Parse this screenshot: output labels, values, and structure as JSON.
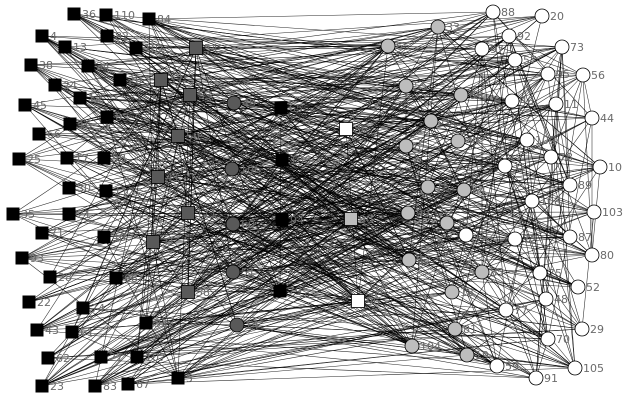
{
  "colors": {
    "background": "#ffffff",
    "edge": "#000000",
    "black": "#000000",
    "dark": "#595959",
    "gray": "#bdbdbd",
    "white": "#ffffff",
    "label": "#6b6b6b",
    "outline": "#000000"
  },
  "node_shapes": {
    "square": "square",
    "circle": "circle"
  },
  "nodes": [
    {
      "id": "36",
      "shape": "square",
      "fill": "black"
    },
    {
      "id": "110",
      "shape": "square",
      "fill": "black"
    },
    {
      "id": "84",
      "shape": "square",
      "fill": "black"
    },
    {
      "id": "4",
      "shape": "square",
      "fill": "black"
    },
    {
      "id": "82",
      "shape": "square",
      "fill": "black"
    },
    {
      "id": "13",
      "shape": "square",
      "fill": "black"
    },
    {
      "id": "101",
      "shape": "square",
      "fill": "black"
    },
    {
      "id": "54",
      "shape": "square",
      "fill": "dark"
    },
    {
      "id": "38",
      "shape": "square",
      "fill": "black"
    },
    {
      "id": "34",
      "shape": "square",
      "fill": "black"
    },
    {
      "id": "24",
      "shape": "square",
      "fill": "black"
    },
    {
      "id": "26",
      "shape": "square",
      "fill": "black"
    },
    {
      "id": "37",
      "shape": "square",
      "fill": "dark"
    },
    {
      "id": "12",
      "shape": "square",
      "fill": "black"
    },
    {
      "id": "53",
      "shape": "square",
      "fill": "dark"
    },
    {
      "id": "49",
      "shape": "circle",
      "fill": "dark"
    },
    {
      "id": "65",
      "shape": "square",
      "fill": "black"
    },
    {
      "id": "45",
      "shape": "square",
      "fill": "black"
    },
    {
      "id": "63",
      "shape": "square",
      "fill": "black"
    },
    {
      "id": "16",
      "shape": "square",
      "fill": "black"
    },
    {
      "id": "66",
      "shape": "square",
      "fill": "black"
    },
    {
      "id": "50",
      "shape": "square",
      "fill": "dark"
    },
    {
      "id": "86",
      "shape": "square",
      "fill": "white"
    },
    {
      "id": "25",
      "shape": "square",
      "fill": "black"
    },
    {
      "id": "17",
      "shape": "square",
      "fill": "black"
    },
    {
      "id": "98",
      "shape": "square",
      "fill": "black"
    },
    {
      "id": "106",
      "shape": "circle",
      "fill": "dark"
    },
    {
      "id": "100",
      "shape": "square",
      "fill": "black"
    },
    {
      "id": "41",
      "shape": "square",
      "fill": "dark"
    },
    {
      "id": "30",
      "shape": "square",
      "fill": "black"
    },
    {
      "id": "112",
      "shape": "square",
      "fill": "black"
    },
    {
      "id": "35",
      "shape": "square",
      "fill": "black"
    },
    {
      "id": "21",
      "shape": "square",
      "fill": "black"
    },
    {
      "id": "111",
      "shape": "square",
      "fill": "dark"
    },
    {
      "id": "60",
      "shape": "circle",
      "fill": "dark"
    },
    {
      "id": "94",
      "shape": "square",
      "fill": "black"
    },
    {
      "id": "90",
      "shape": "square",
      "fill": "gray"
    },
    {
      "id": "71",
      "shape": "square",
      "fill": "black"
    },
    {
      "id": "40",
      "shape": "square",
      "fill": "black"
    },
    {
      "id": "31",
      "shape": "square",
      "fill": "dark"
    },
    {
      "id": "93",
      "shape": "square",
      "fill": "black"
    },
    {
      "id": "28",
      "shape": "square",
      "fill": "black"
    },
    {
      "id": "68",
      "shape": "square",
      "fill": "black"
    },
    {
      "id": "51",
      "shape": "circle",
      "fill": "dark"
    },
    {
      "id": "22",
      "shape": "square",
      "fill": "black"
    },
    {
      "id": "74",
      "shape": "square",
      "fill": "black"
    },
    {
      "id": "58",
      "shape": "square",
      "fill": "dark"
    },
    {
      "id": "79",
      "shape": "square",
      "fill": "black"
    },
    {
      "id": "96",
      "shape": "square",
      "fill": "white"
    },
    {
      "id": "43",
      "shape": "square",
      "fill": "black"
    },
    {
      "id": "61",
      "shape": "square",
      "fill": "black"
    },
    {
      "id": "32",
      "shape": "square",
      "fill": "black"
    },
    {
      "id": "14",
      "shape": "circle",
      "fill": "dark"
    },
    {
      "id": "62",
      "shape": "square",
      "fill": "black"
    },
    {
      "id": "27",
      "shape": "square",
      "fill": "black"
    },
    {
      "id": "107",
      "shape": "square",
      "fill": "black"
    },
    {
      "id": "23",
      "shape": "square",
      "fill": "black"
    },
    {
      "id": "83",
      "shape": "square",
      "fill": "black"
    },
    {
      "id": "67",
      "shape": "square",
      "fill": "black"
    },
    {
      "id": "5",
      "shape": "square",
      "fill": "black"
    },
    {
      "id": "33",
      "shape": "circle",
      "fill": "gray"
    },
    {
      "id": "88",
      "shape": "circle",
      "fill": "white"
    },
    {
      "id": "20",
      "shape": "circle",
      "fill": "white"
    },
    {
      "id": "92",
      "shape": "circle",
      "fill": "white"
    },
    {
      "id": "97",
      "shape": "circle",
      "fill": "white"
    },
    {
      "id": "73",
      "shape": "circle",
      "fill": "white"
    },
    {
      "id": "57",
      "shape": "circle",
      "fill": "white"
    },
    {
      "id": "95",
      "shape": "circle",
      "fill": "white"
    },
    {
      "id": "56",
      "shape": "circle",
      "fill": "white"
    },
    {
      "id": "65b",
      "label": "65",
      "shape": "circle",
      "fill": "gray"
    },
    {
      "id": "55",
      "shape": "circle",
      "fill": "gray"
    },
    {
      "id": "69",
      "shape": "circle",
      "fill": "gray"
    },
    {
      "id": "46",
      "shape": "circle",
      "fill": "white"
    },
    {
      "id": "11",
      "shape": "circle",
      "fill": "white"
    },
    {
      "id": "76",
      "shape": "circle",
      "fill": "gray"
    },
    {
      "id": "44",
      "shape": "circle",
      "fill": "white"
    },
    {
      "id": "47",
      "shape": "circle",
      "fill": "gray"
    },
    {
      "id": "109",
      "shape": "circle",
      "fill": "white"
    },
    {
      "id": "8",
      "shape": "circle",
      "fill": "gray"
    },
    {
      "id": "78",
      "shape": "circle",
      "fill": "white"
    },
    {
      "id": "1",
      "shape": "circle",
      "fill": "white"
    },
    {
      "id": "10",
      "shape": "circle",
      "fill": "white"
    },
    {
      "id": "15",
      "shape": "circle",
      "fill": "gray"
    },
    {
      "id": "64",
      "shape": "circle",
      "fill": "gray"
    },
    {
      "id": "89",
      "shape": "circle",
      "fill": "white"
    },
    {
      "id": "108",
      "shape": "circle",
      "fill": "white"
    },
    {
      "id": "103",
      "shape": "circle",
      "fill": "white"
    },
    {
      "id": "99",
      "shape": "circle",
      "fill": "gray"
    },
    {
      "id": "39",
      "shape": "circle",
      "fill": "gray"
    },
    {
      "id": "102",
      "shape": "circle",
      "fill": "white"
    },
    {
      "id": "72",
      "shape": "circle",
      "fill": "white"
    },
    {
      "id": "87",
      "shape": "circle",
      "fill": "white"
    },
    {
      "id": "80",
      "shape": "circle",
      "fill": "white"
    },
    {
      "id": "42",
      "shape": "circle",
      "fill": "gray"
    },
    {
      "id": "85",
      "shape": "circle",
      "fill": "gray"
    },
    {
      "id": "75",
      "shape": "circle",
      "fill": "white"
    },
    {
      "id": "52",
      "shape": "circle",
      "fill": "white"
    },
    {
      "id": "18",
      "shape": "circle",
      "fill": "gray"
    },
    {
      "id": "48",
      "shape": "circle",
      "fill": "white"
    },
    {
      "id": "77",
      "shape": "circle",
      "fill": "white"
    },
    {
      "id": "29",
      "shape": "circle",
      "fill": "white"
    },
    {
      "id": "81",
      "shape": "circle",
      "fill": "gray"
    },
    {
      "id": "70",
      "shape": "circle",
      "fill": "white"
    },
    {
      "id": "104",
      "shape": "circle",
      "fill": "gray"
    },
    {
      "id": "19",
      "shape": "circle",
      "fill": "gray"
    },
    {
      "id": "105",
      "shape": "circle",
      "fill": "white"
    },
    {
      "id": "59",
      "shape": "circle",
      "fill": "white"
    },
    {
      "id": "91",
      "shape": "circle",
      "fill": "white"
    }
  ]
}
